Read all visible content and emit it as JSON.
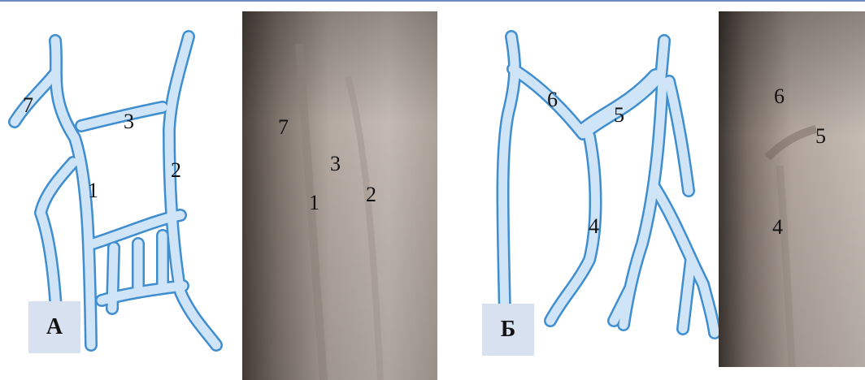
{
  "panel_a": {
    "badge": "А",
    "drawing_labels": [
      "7",
      "3",
      "2",
      "1"
    ],
    "photo_labels": [
      "7",
      "3",
      "1",
      "2"
    ]
  },
  "panel_b": {
    "badge": "Б",
    "drawing_labels": [
      "6",
      "5",
      "4"
    ],
    "photo_labels": [
      "6",
      "5",
      "4"
    ]
  },
  "colors": {
    "vein_fill": "#cfe5f7",
    "vein_stroke": "#3f8ed0",
    "badge_bg": "#d7e1f0",
    "skin": "#b8ada5"
  }
}
